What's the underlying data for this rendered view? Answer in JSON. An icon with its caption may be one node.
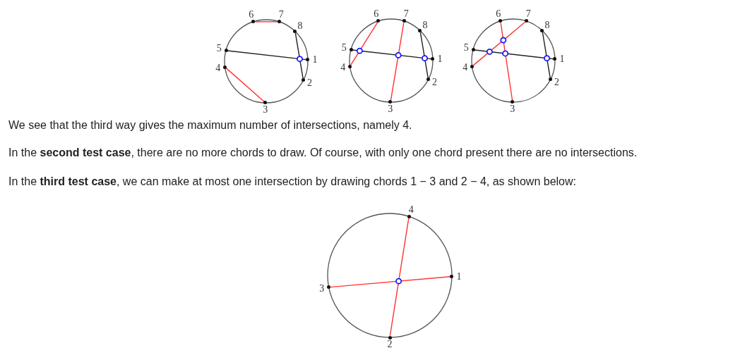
{
  "diagram": {
    "nodes": [
      {
        "text": [],
        "shape": "circle",
        "beside": [
          "1"
        ]
      },
      {
        "text": [],
        "shape": "circle",
        "beside": [
          "2"
        ]
      },
      {
        "text": [],
        "shape": "circle",
        "beside": [
          "3"
        ]
      },
      {
        "text": [],
        "shape": "circle",
        "beside": [
          "4"
        ]
      },
      {
        "text": [],
        "shape": "circle",
        "beside": [
          "5"
        ]
      },
      {
        "text": [],
        "shape": "circle",
        "beside": [
          "6"
        ]
      },
      {
        "text": [],
        "shape": "circle",
        "beside": [
          "7"
        ]
      },
      {
        "text": [],
        "shape": "circle",
        "beside": [
          "8"
        ]
      },
      {
        "text": [],
        "shape": "circle",
        "beside": [
          "1"
        ]
      },
      {
        "text": [],
        "shape": "circle",
        "beside": [
          "2"
        ]
      },
      {
        "text": [],
        "shape": "circle",
        "beside": [
          "3"
        ]
      },
      {
        "text": [],
        "shape": "circle",
        "beside": [
          "4"
        ]
      },
      {
        "text": [],
        "shape": "circle",
        "beside": [
          "5"
        ]
      },
      {
        "text": [],
        "shape": "circle",
        "beside": [
          "6"
        ]
      },
      {
        "text": [],
        "shape": "circle",
        "beside": [
          "7"
        ]
      },
      {
        "text": [],
        "shape": "circle",
        "beside": [
          "8"
        ]
      },
      {
        "text": [],
        "shape": "circle",
        "beside": [
          "1"
        ]
      },
      {
        "text": [],
        "shape": "circle",
        "beside": [
          "2"
        ]
      },
      {
        "text": [],
        "shape": "circle",
        "beside": [
          "3"
        ]
      },
      {
        "text": [],
        "shape": "circle",
        "beside": [
          "4"
        ]
      },
      {
        "text": [],
        "shape": "circle",
        "beside": [
          "5"
        ]
      },
      {
        "text": [],
        "shape": "circle",
        "beside": [
          "6"
        ]
      },
      {
        "text": [],
        "shape": "circle",
        "beside": [
          "7"
        ]
      },
      {
        "text": [],
        "shape": "circle",
        "beside": [
          "8"
        ]
      },
      {
        "text": [],
        "shape": "circle",
        "beside": [
          "1"
        ]
      },
      {
        "text": [],
        "shape": "circle",
        "beside": [
          "2"
        ]
      },
      {
        "text": [],
        "shape": "circle",
        "beside": [
          "3"
        ]
      },
      {
        "text": [],
        "shape": "circle",
        "beside": [
          "4"
        ]
      }
    ],
    "edges": [
      {
        "from": 0,
        "to": 4,
        "arrow": "none",
        "color": "#222222"
      },
      {
        "from": 1,
        "to": 7,
        "arrow": "none",
        "color": "#222222"
      },
      {
        "from": 5,
        "to": 6,
        "arrow": "none"
      },
      {
        "from": 3,
        "to": 2,
        "arrow": "none"
      },
      {
        "from": 8,
        "to": 12,
        "arrow": "none",
        "color": "#222222"
      },
      {
        "from": 9,
        "to": 15,
        "arrow": "none",
        "color": "#222222"
      },
      {
        "from": 13,
        "to": 11,
        "arrow": "none"
      },
      {
        "from": 14,
        "to": 10,
        "arrow": "none"
      },
      {
        "from": 16,
        "to": 20,
        "arrow": "none",
        "color": "#222222"
      },
      {
        "from": 17,
        "to": 23,
        "arrow": "none",
        "color": "#222222"
      },
      {
        "from": 21,
        "to": 18,
        "arrow": "none"
      },
      {
        "from": 22,
        "to": 19,
        "arrow": "none"
      },
      {
        "from": 24,
        "to": 26,
        "arrow": "none"
      },
      {
        "from": 25,
        "to": 27,
        "arrow": "none"
      }
    ],
    "labels": [
      "We see that the third way gives the maximum number of intersections, namely 4.",
      "In the **second test case**, there are no more chords to draw. Of course, with only one chord present there are no intersections.",
      "In the **third test case**, we can make at most one intersection by drawing chords 1 − 3 and 2 − 4, as shown below:"
    ]
  }
}
